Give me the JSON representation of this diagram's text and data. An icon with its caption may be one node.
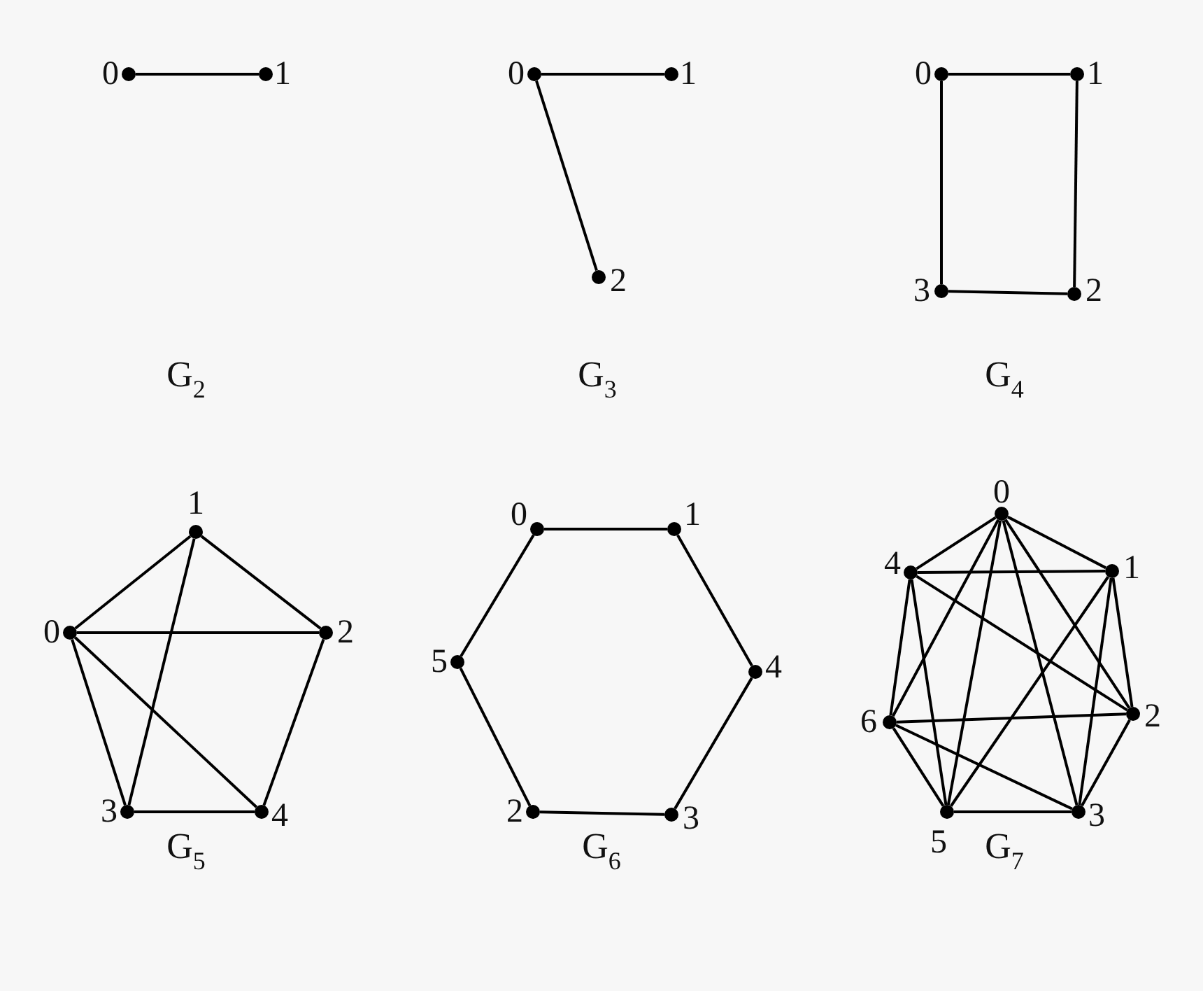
{
  "diagram": {
    "nodes": [
      {
        "text": [
          "0"
        ]
      },
      {
        "text": [
          "1"
        ]
      },
      {
        "text": [
          "0"
        ]
      },
      {
        "text": [
          "1"
        ]
      },
      {
        "text": [
          "2"
        ]
      },
      {
        "text": [
          "0"
        ]
      },
      {
        "text": [
          "1"
        ]
      },
      {
        "text": [
          "2"
        ]
      },
      {
        "text": [
          "3"
        ]
      },
      {
        "text": [
          "0"
        ]
      },
      {
        "text": [
          "1"
        ]
      },
      {
        "text": [
          "2"
        ]
      },
      {
        "text": [
          "3"
        ]
      },
      {
        "text": [
          "4"
        ]
      },
      {
        "text": [
          "0"
        ]
      },
      {
        "text": [
          "1"
        ]
      },
      {
        "text": [
          "2"
        ]
      },
      {
        "text": [
          "3"
        ]
      },
      {
        "text": [
          "4"
        ]
      },
      {
        "text": [
          "5"
        ]
      },
      {
        "text": [
          "0"
        ]
      },
      {
        "text": [
          "1"
        ]
      },
      {
        "text": [
          "2"
        ]
      },
      {
        "text": [
          "3"
        ]
      },
      {
        "text": [
          "4"
        ]
      },
      {
        "text": [
          "5"
        ]
      },
      {
        "text": [
          "6"
        ]
      }
    ],
    "edges": [
      {
        "from": 0,
        "to": 1,
        "arrow": "none"
      },
      {
        "from": 2,
        "to": 3,
        "arrow": "none"
      },
      {
        "from": 2,
        "to": 4,
        "arrow": "none"
      },
      {
        "from": 5,
        "to": 6,
        "arrow": "none"
      },
      {
        "from": 6,
        "to": 7,
        "arrow": "none"
      },
      {
        "from": 7,
        "to": 8,
        "arrow": "none"
      },
      {
        "from": 8,
        "to": 5,
        "arrow": "none"
      },
      {
        "from": 9,
        "to": 10,
        "arrow": "none"
      },
      {
        "from": 10,
        "to": 11,
        "arrow": "none"
      },
      {
        "from": 9,
        "to": 11,
        "arrow": "none"
      },
      {
        "from": 9,
        "to": 12,
        "arrow": "none"
      },
      {
        "from": 9,
        "to": 13,
        "arrow": "none"
      },
      {
        "from": 10,
        "to": 12,
        "arrow": "none"
      },
      {
        "from": 11,
        "to": 13,
        "arrow": "none"
      },
      {
        "from": 12,
        "to": 13,
        "arrow": "none"
      },
      {
        "from": 14,
        "to": 15,
        "arrow": "none"
      },
      {
        "from": 15,
        "to": 18,
        "arrow": "none"
      },
      {
        "from": 18,
        "to": 17,
        "arrow": "none"
      },
      {
        "from": 17,
        "to": 16,
        "arrow": "none"
      },
      {
        "from": 16,
        "to": 19,
        "arrow": "none"
      },
      {
        "from": 19,
        "to": 14,
        "arrow": "none"
      },
      {
        "from": 20,
        "to": 24,
        "arrow": "none"
      },
      {
        "from": 20,
        "to": 21,
        "arrow": "none"
      },
      {
        "from": 20,
        "to": 26,
        "arrow": "none"
      },
      {
        "from": 20,
        "to": 25,
        "arrow": "none"
      },
      {
        "from": 20,
        "to": 23,
        "arrow": "none"
      },
      {
        "from": 20,
        "to": 22,
        "arrow": "none"
      },
      {
        "from": 24,
        "to": 21,
        "arrow": "none"
      },
      {
        "from": 24,
        "to": 26,
        "arrow": "none"
      },
      {
        "from": 24,
        "to": 25,
        "arrow": "none"
      },
      {
        "from": 24,
        "to": 22,
        "arrow": "none"
      },
      {
        "from": 21,
        "to": 25,
        "arrow": "none"
      },
      {
        "from": 21,
        "to": 23,
        "arrow": "none"
      },
      {
        "from": 21,
        "to": 22,
        "arrow": "none"
      },
      {
        "from": 26,
        "to": 22,
        "arrow": "none"
      },
      {
        "from": 26,
        "to": 25,
        "arrow": "none"
      },
      {
        "from": 26,
        "to": 23,
        "arrow": "none"
      },
      {
        "from": 25,
        "to": 23,
        "arrow": "none"
      },
      {
        "from": 22,
        "to": 23,
        "arrow": "none"
      }
    ],
    "labels": [
      "G$_{2}$",
      "G$_{3}$",
      "G$_{4}$",
      "G$_{5}$",
      "G$_{6}$",
      "G$_{7}$"
    ]
  }
}
